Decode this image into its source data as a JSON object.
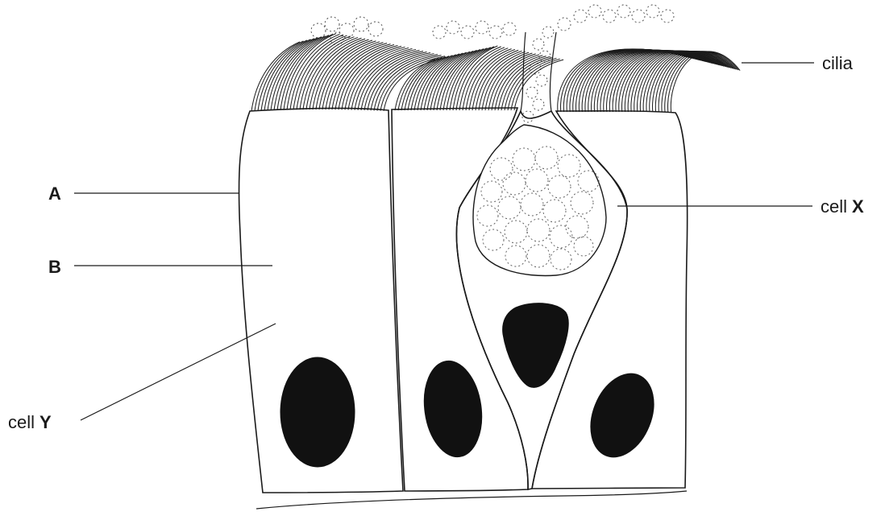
{
  "diagram": {
    "labels": {
      "cilia": "cilia",
      "a": "A",
      "b": "B",
      "cell_x_prefix": "cell",
      "cell_x_letter": "X",
      "cell_y_prefix": "cell",
      "cell_y_letter": "Y"
    },
    "colors": {
      "ink": "#1a1a1a",
      "nucleus": "#111111",
      "background": "#ffffff"
    }
  }
}
